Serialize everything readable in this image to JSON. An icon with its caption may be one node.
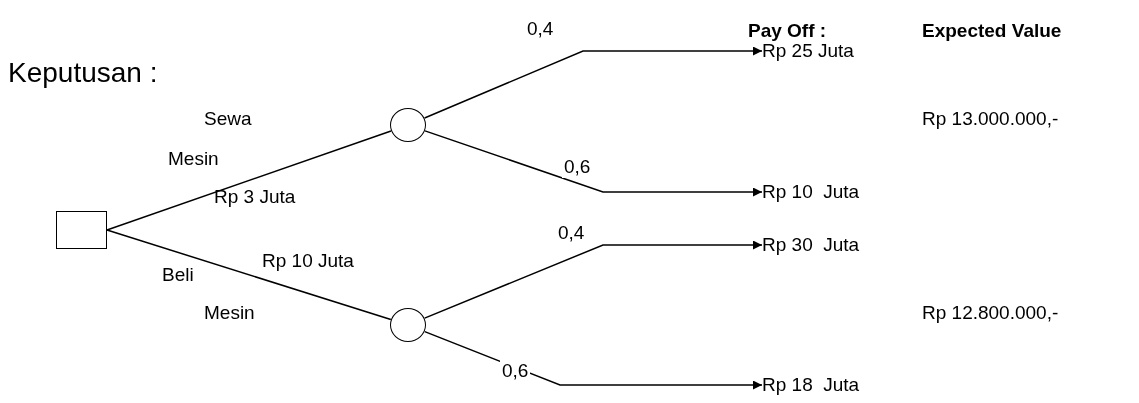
{
  "diagram": {
    "nodes": [
      {
        "text": [],
        "shape": "box"
      },
      {
        "text": [],
        "shape": "circle"
      },
      {
        "text": [],
        "shape": "circle"
      },
      {
        "text": [
          "Rp 25 Juta"
        ]
      },
      {
        "text": [
          "Rp 10  Juta"
        ]
      },
      {
        "text": [
          "Rp 30  Juta"
        ]
      },
      {
        "text": [
          "Rp 18  Juta"
        ]
      }
    ],
    "edges": [
      {
        "from": 0,
        "to": 1,
        "arrow": "none"
      },
      {
        "from": 0,
        "to": 2,
        "arrow": "none"
      },
      {
        "from": 1,
        "to": 3,
        "arrow": "to",
        "label": "0,4"
      },
      {
        "from": 1,
        "to": 4,
        "arrow": "to",
        "label": "0,6"
      },
      {
        "from": 2,
        "to": 5,
        "arrow": "to",
        "label": "0,4"
      },
      {
        "from": 2,
        "to": 6,
        "arrow": "to",
        "label": "0,6"
      }
    ],
    "labels": [
      "Pay Off :",
      "Expected Value",
      "Keputusan :",
      "Sewa",
      "Mesin",
      "Rp 3 Juta",
      "Rp 13.000.000,-",
      "Beli",
      "Rp 10 Juta",
      "Mesin",
      "Rp 12.800.000,-"
    ]
  }
}
